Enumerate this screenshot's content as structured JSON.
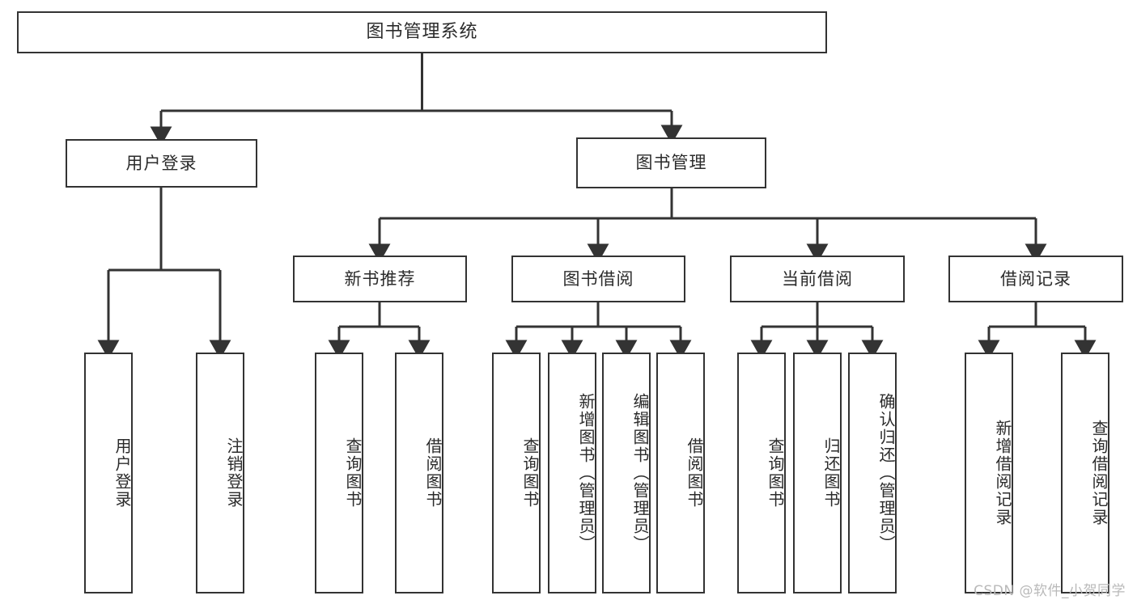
{
  "diagram": {
    "title": "图书管理系统",
    "type": "tree-hierarchy",
    "stroke_color": "#333333",
    "fill_color": "#ffffff",
    "text_color": "#2b2b2b",
    "watermark": "CSDN @软件_小贺同学",
    "levels": {
      "root": {
        "label": "图书管理系统"
      },
      "level2": [
        {
          "label": "用户登录"
        },
        {
          "label": "图书管理"
        }
      ],
      "level3": [
        {
          "label": "新书推荐"
        },
        {
          "label": "图书借阅"
        },
        {
          "label": "当前借阅"
        },
        {
          "label": "借阅记录"
        }
      ],
      "leaves": {
        "user_login": [
          {
            "label": "用户登录"
          },
          {
            "label": "注销登录"
          }
        ],
        "new_book_recommend": [
          {
            "label": "查询图书"
          },
          {
            "label": "借阅图书"
          }
        ],
        "book_borrow": [
          {
            "label": "查询图书"
          },
          {
            "label": "新增图书（管理员）"
          },
          {
            "label": "编辑图书（管理员）"
          },
          {
            "label": "借阅图书"
          }
        ],
        "current_borrow": [
          {
            "label": "查询图书"
          },
          {
            "label": "归还图书"
          },
          {
            "label": "确认归还（管理员）"
          }
        ],
        "borrow_record": [
          {
            "label": "新增借阅记录"
          },
          {
            "label": "查询借阅记录"
          }
        ]
      }
    }
  }
}
